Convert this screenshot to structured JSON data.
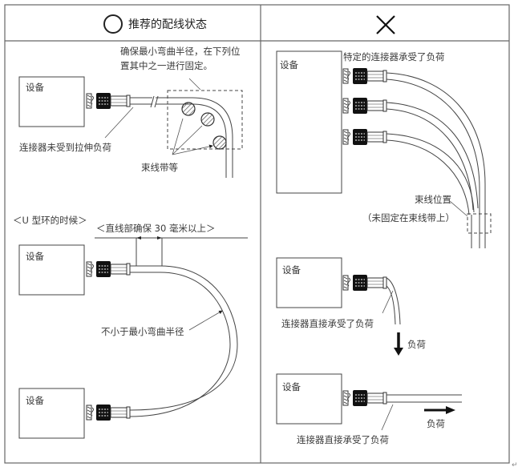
{
  "left_panel": {
    "header": {
      "icon": "circle-ok-icon",
      "title": "推荐的配线状态"
    },
    "top_example": {
      "device_label": "设备",
      "bend_note_line1": "确保最小弯曲半径，在下列位",
      "bend_note_line2": "置其中之一进行固定。",
      "connector_note": "连接器未受到拉伸负荷",
      "tie_note": "束线带等"
    },
    "u_loop_example": {
      "title": "＜U 型环的时候＞",
      "straight_note": "＜直线部确保 30 毫米以上＞",
      "device_top_label": "设备",
      "device_bottom_label": "设备",
      "radius_note": "不小于最小弯曲半径"
    }
  },
  "right_panel": {
    "header": {
      "icon": "cross-ng-icon"
    },
    "multi_example": {
      "device_label": "设备",
      "load_note": "特定的连接器承受了负荷",
      "bundle_note_line1": "束线位置",
      "bundle_note_line2": "（未固定在束线带上）"
    },
    "down_load_example": {
      "device_label": "设备",
      "connector_note": "连接器直接承受了负荷",
      "load_label": "负荷"
    },
    "side_load_example": {
      "device_label": "设备",
      "connector_note": "连接器直接承受了负荷",
      "load_label": "负荷"
    }
  }
}
